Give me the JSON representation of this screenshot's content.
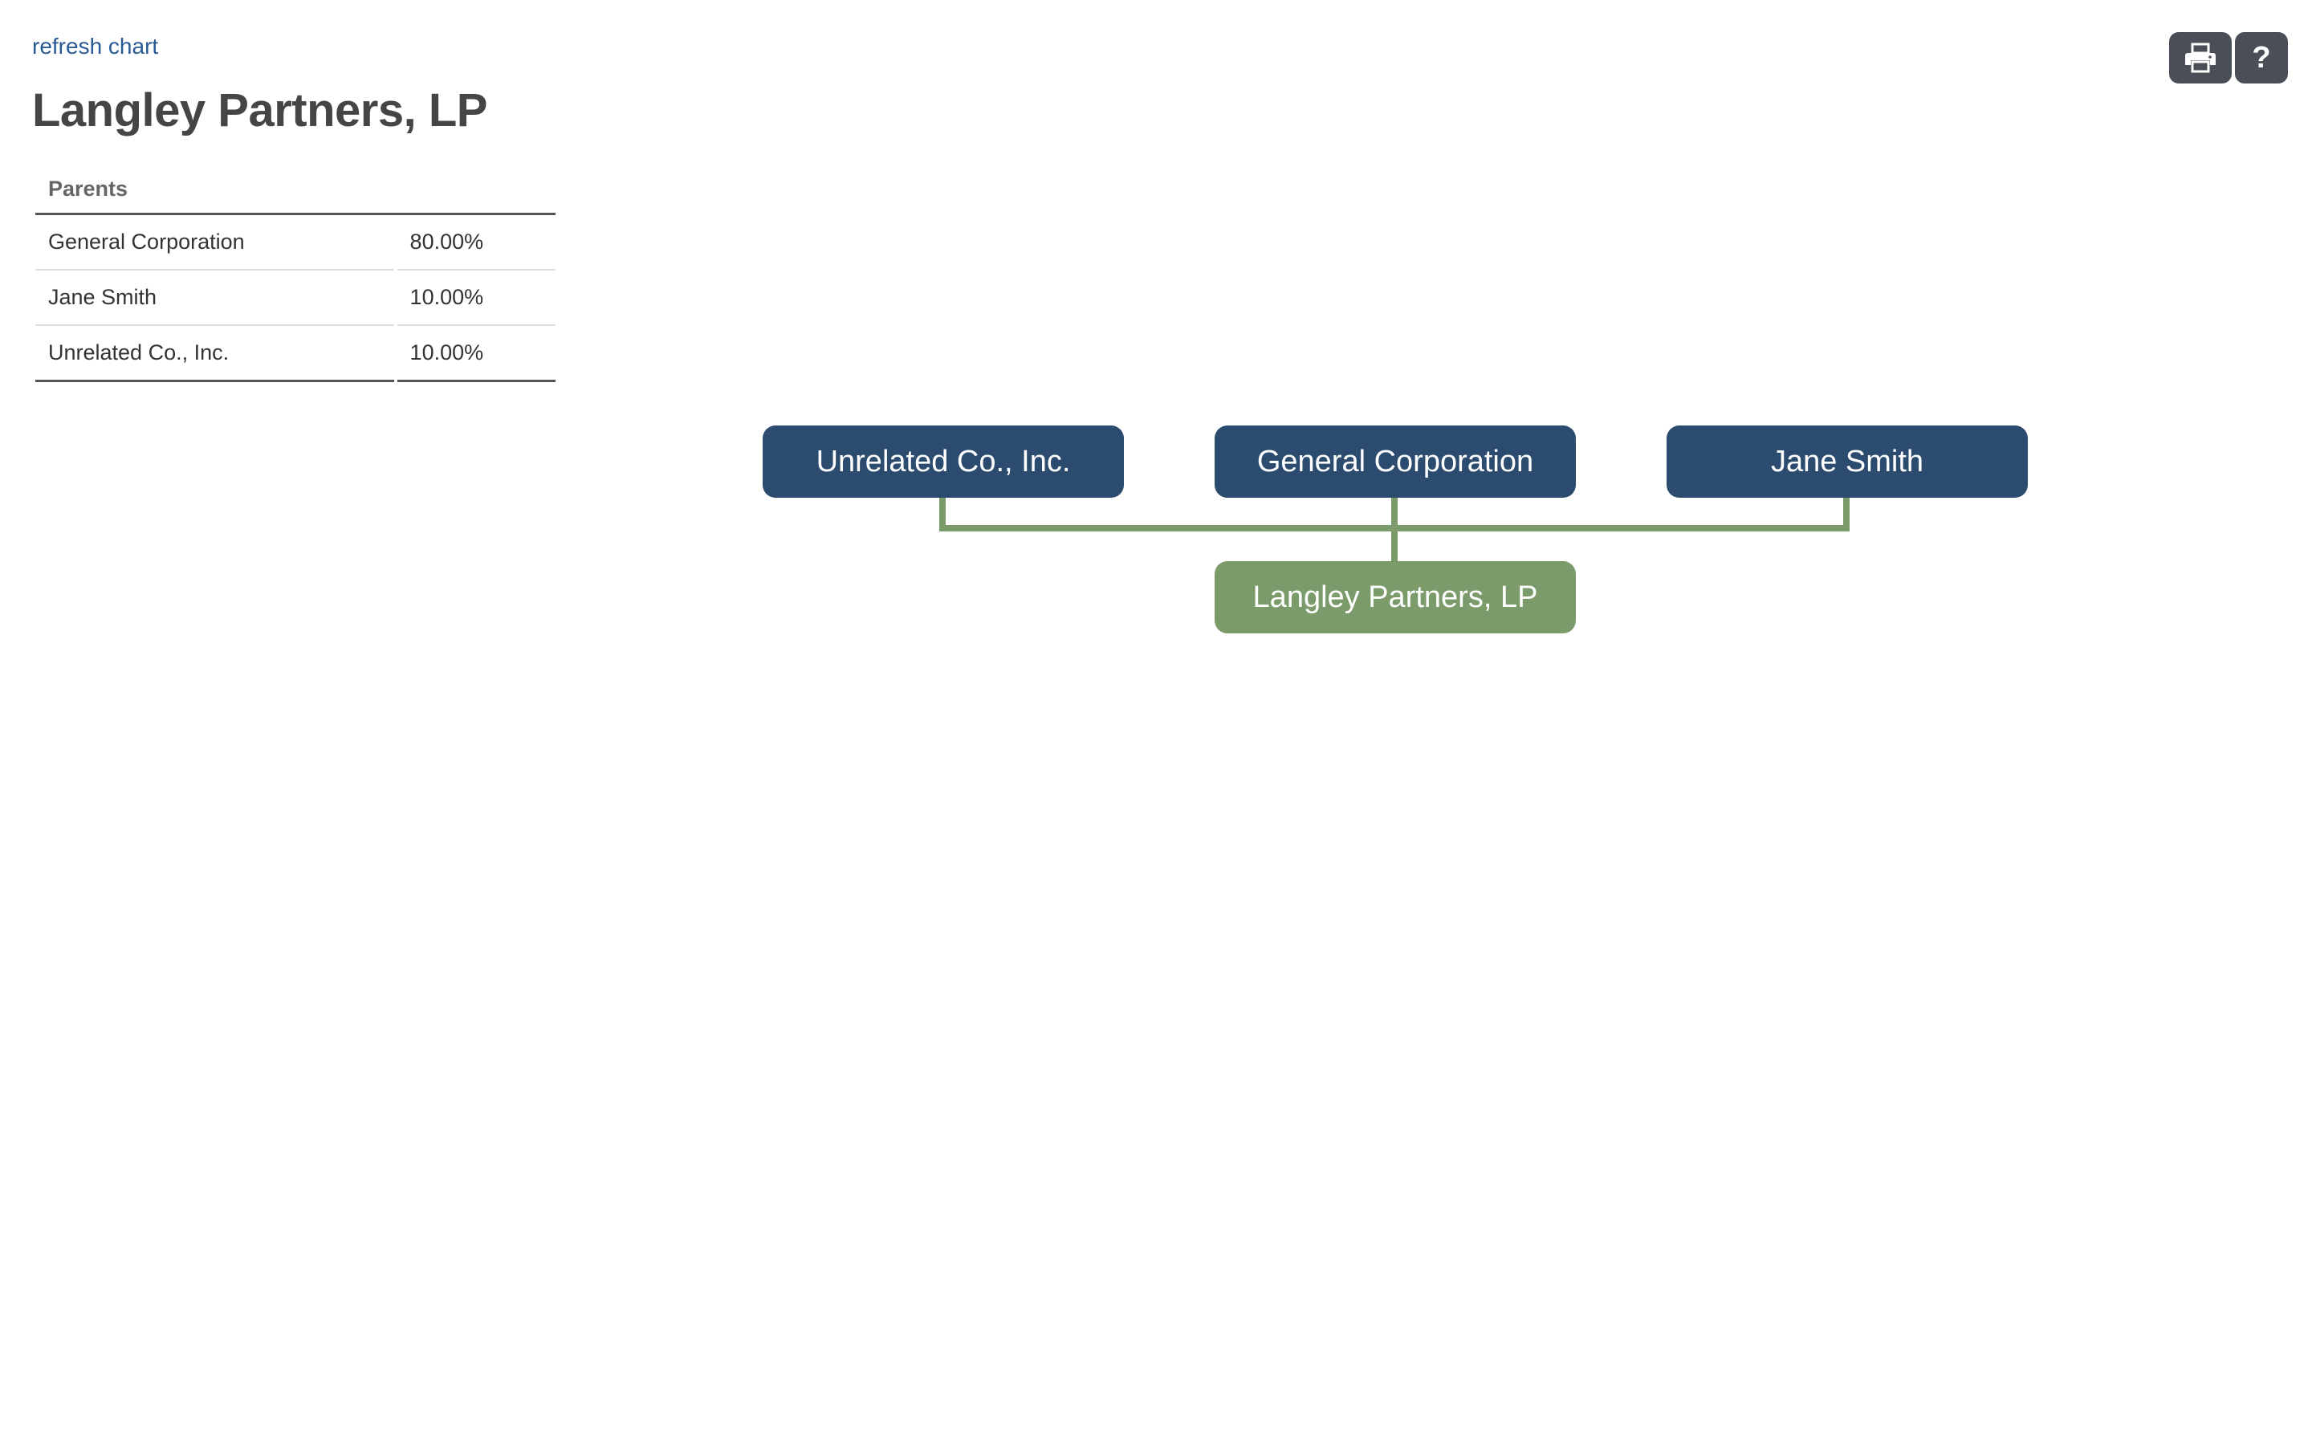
{
  "header": {
    "refresh_label": "refresh chart",
    "title": "Langley Partners, LP"
  },
  "parents_table": {
    "header": "Parents",
    "rows": [
      {
        "name": "General Corporation",
        "percent": "80.00%"
      },
      {
        "name": "Jane Smith",
        "percent": "10.00%"
      },
      {
        "name": "Unrelated Co., Inc.",
        "percent": "10.00%"
      }
    ]
  },
  "toolbar": {
    "print_icon": "print-icon",
    "help_icon": "help-icon",
    "help_glyph": "?"
  },
  "org_chart": {
    "parents": [
      "Unrelated Co., Inc.",
      "General Corporation",
      "Jane Smith"
    ],
    "entity": "Langley Partners, LP",
    "colors": {
      "parent_node": "#2b4b6f",
      "entity_node": "#7b9b6b",
      "connector": "#7b9b6b",
      "link": "#2a5a95"
    }
  }
}
